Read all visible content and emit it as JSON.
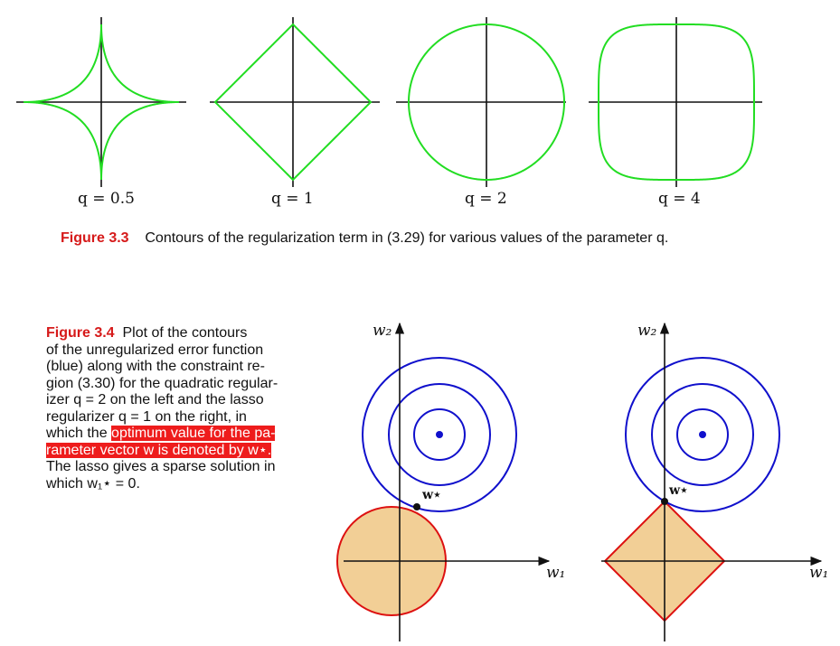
{
  "figure_3_3": {
    "panels": [
      {
        "label": "q = 0.5",
        "q": 0.5
      },
      {
        "label": "q = 1",
        "q": 1
      },
      {
        "label": "q = 2",
        "q": 2
      },
      {
        "label": "q = 4",
        "q": 4
      }
    ],
    "caption_ref": "Figure 3.3",
    "caption_text": "Contours of the regularization term in (3.29) for various values of the parameter q.",
    "curve_color": "#22dd22"
  },
  "figure_3_4": {
    "caption_ref": "Figure 3.4",
    "caption_lines": [
      "Plot of the contours",
      "of the unregularized error function",
      "(blue) along with the constraint re-",
      "gion (3.30) for the quadratic regular-",
      "izer q = 2 on the left and the lasso",
      "regularizer q = 1 on the right, in",
      "which the",
      "optimum value for the pa-",
      "rameter vector w is denoted by w⋆.",
      "The lasso gives a sparse solution in",
      "which w₁⋆ = 0."
    ],
    "axis_x_label": "w₁",
    "axis_y_label": "w₂",
    "optimum_label": "w⋆",
    "contour_color": "#1010cc",
    "constraint_stroke": "#dd1111",
    "constraint_fill": "#f2cf96"
  }
}
